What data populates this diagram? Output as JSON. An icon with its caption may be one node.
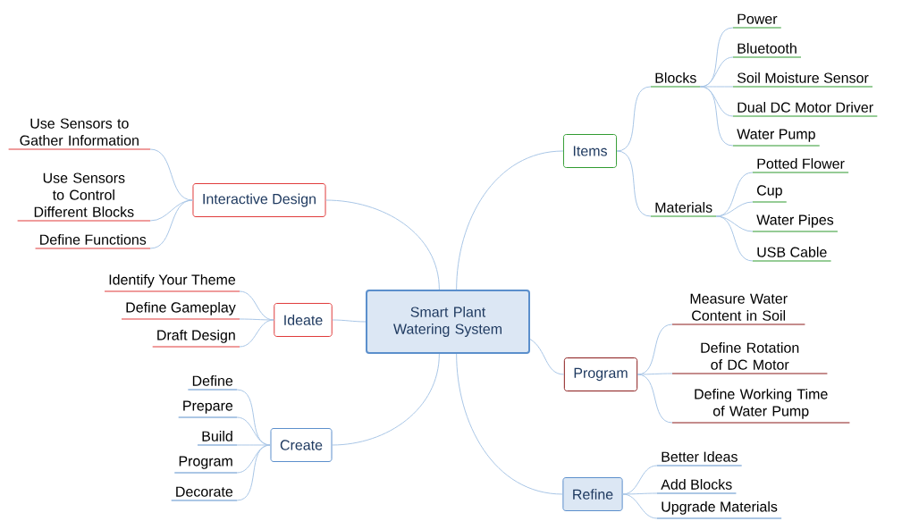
{
  "diagram": {
    "nodes": [
      {
        "text": [
          "Smart Plant Watering System"
        ]
      },
      {
        "text": [
          "Interactive Design"
        ]
      },
      {
        "text": [
          "Use Sensors to Gather Information"
        ]
      },
      {
        "text": [
          "Use Sensors to Control Different Blocks"
        ]
      },
      {
        "text": [
          "Define Functions"
        ]
      },
      {
        "text": [
          "Ideate"
        ]
      },
      {
        "text": [
          "Identify Your Theme"
        ]
      },
      {
        "text": [
          "Define Gameplay"
        ]
      },
      {
        "text": [
          "Draft Design"
        ]
      },
      {
        "text": [
          "Create"
        ]
      },
      {
        "text": [
          "Define"
        ]
      },
      {
        "text": [
          "Prepare"
        ]
      },
      {
        "text": [
          "Build"
        ]
      },
      {
        "text": [
          "Program"
        ]
      },
      {
        "text": [
          "Decorate"
        ]
      },
      {
        "text": [
          "Items"
        ]
      },
      {
        "text": [
          "Blocks"
        ]
      },
      {
        "text": [
          "Power"
        ]
      },
      {
        "text": [
          "Bluetooth"
        ]
      },
      {
        "text": [
          "Soil Moisture Sensor"
        ]
      },
      {
        "text": [
          "Dual DC Motor Driver"
        ]
      },
      {
        "text": [
          "Water Pump"
        ]
      },
      {
        "text": [
          "Materials"
        ]
      },
      {
        "text": [
          "Potted Flower"
        ]
      },
      {
        "text": [
          "Cup"
        ]
      },
      {
        "text": [
          "Water Pipes"
        ]
      },
      {
        "text": [
          "USB Cable"
        ]
      },
      {
        "text": [
          "Program"
        ]
      },
      {
        "text": [
          "Measure Water Content in Soil"
        ]
      },
      {
        "text": [
          "Define Rotation of DC Motor"
        ]
      },
      {
        "text": [
          "Define Working Time of Water Pump"
        ]
      },
      {
        "text": [
          "Refine"
        ]
      },
      {
        "text": [
          "Better Ideas"
        ]
      },
      {
        "text": [
          "Add Blocks"
        ]
      },
      {
        "text": [
          "Upgrade Materials"
        ]
      }
    ],
    "edges": [
      {
        "from": 0,
        "to": 1,
        "arrow": "none"
      },
      {
        "from": 1,
        "to": 2,
        "arrow": "none"
      },
      {
        "from": 1,
        "to": 3,
        "arrow": "none"
      },
      {
        "from": 1,
        "to": 4,
        "arrow": "none"
      },
      {
        "from": 0,
        "to": 5,
        "arrow": "none"
      },
      {
        "from": 5,
        "to": 6,
        "arrow": "none"
      },
      {
        "from": 5,
        "to": 7,
        "arrow": "none"
      },
      {
        "from": 5,
        "to": 8,
        "arrow": "none"
      },
      {
        "from": 0,
        "to": 9,
        "arrow": "none"
      },
      {
        "from": 9,
        "to": 10,
        "arrow": "none"
      },
      {
        "from": 9,
        "to": 11,
        "arrow": "none"
      },
      {
        "from": 9,
        "to": 12,
        "arrow": "none"
      },
      {
        "from": 9,
        "to": 13,
        "arrow": "none"
      },
      {
        "from": 9,
        "to": 14,
        "arrow": "none"
      },
      {
        "from": 0,
        "to": 15,
        "arrow": "none"
      },
      {
        "from": 15,
        "to": 16,
        "arrow": "none"
      },
      {
        "from": 16,
        "to": 17,
        "arrow": "none"
      },
      {
        "from": 16,
        "to": 18,
        "arrow": "none"
      },
      {
        "from": 16,
        "to": 19,
        "arrow": "none"
      },
      {
        "from": 16,
        "to": 20,
        "arrow": "none"
      },
      {
        "from": 16,
        "to": 21,
        "arrow": "none"
      },
      {
        "from": 15,
        "to": 22,
        "arrow": "none"
      },
      {
        "from": 22,
        "to": 23,
        "arrow": "none"
      },
      {
        "from": 22,
        "to": 24,
        "arrow": "none"
      },
      {
        "from": 22,
        "to": 25,
        "arrow": "none"
      },
      {
        "from": 22,
        "to": 26,
        "arrow": "none"
      },
      {
        "from": 0,
        "to": 27,
        "arrow": "none"
      },
      {
        "from": 27,
        "to": 28,
        "arrow": "none"
      },
      {
        "from": 27,
        "to": 29,
        "arrow": "none"
      },
      {
        "from": 27,
        "to": 30,
        "arrow": "none"
      },
      {
        "from": 0,
        "to": 31,
        "arrow": "none"
      },
      {
        "from": 31,
        "to": 32,
        "arrow": "none"
      },
      {
        "from": 31,
        "to": 33,
        "arrow": "none"
      },
      {
        "from": 31,
        "to": 34,
        "arrow": "none"
      }
    ]
  }
}
